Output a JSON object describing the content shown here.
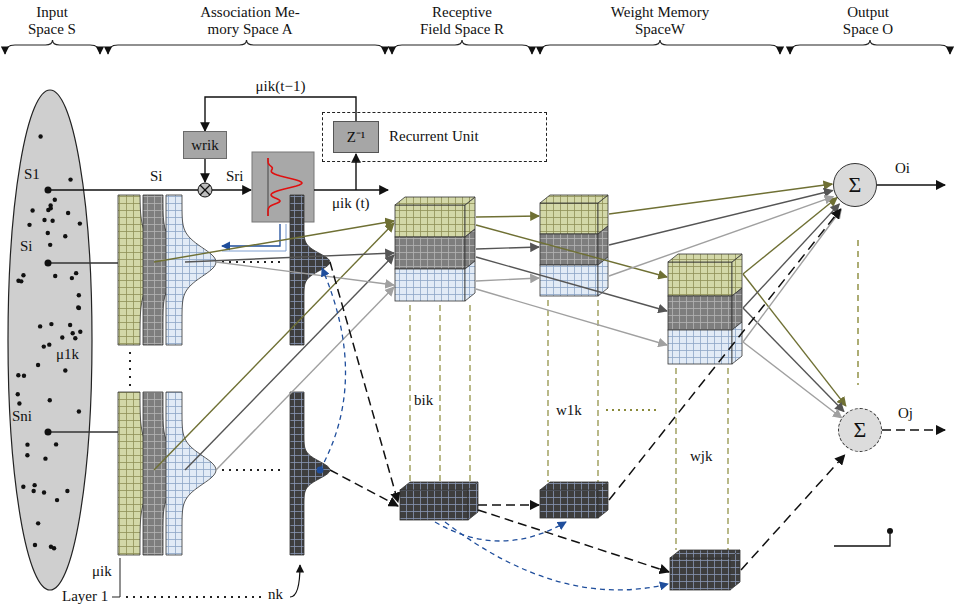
{
  "diagram": {
    "nodes": [
      {
        "text": [
          "Recurrent Unit"
        ]
      },
      {
        "text": [
          "Z⁻¹"
        ],
        "in": 0
      },
      {
        "text": [
          "wrik"
        ]
      },
      {
        "text": [
          "Σ"
        ]
      },
      {
        "text": [
          "Σ"
        ]
      }
    ],
    "edges": [
      {
        "from": 1,
        "to": 2,
        "arrow": "to",
        "label": "μik(t−1)"
      }
    ],
    "labels": [
      "Input Space S",
      "Association Me- mory Space A",
      "Receptive Field Space R",
      "Weight Memory SpaceW",
      "Output Space O",
      "Sri",
      "μik (t)",
      "S1",
      "Si",
      "Si",
      "μ1k",
      "bik",
      "w1k",
      "wjk",
      "Oi",
      "Oj",
      "Sni",
      "μik",
      "Layer 1",
      "nk"
    ]
  }
}
